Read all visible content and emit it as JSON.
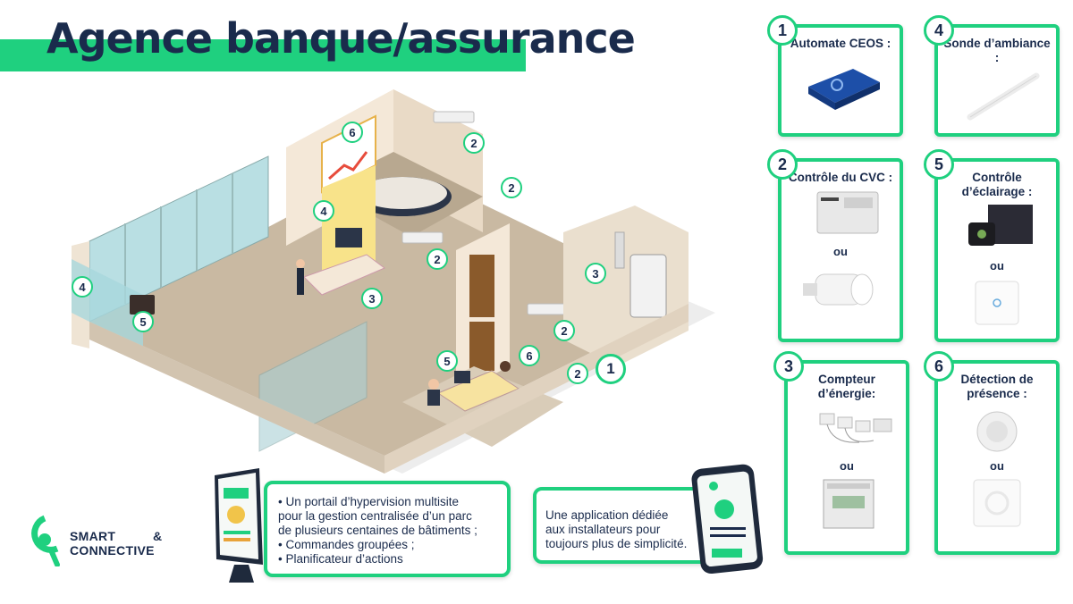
{
  "title": "Agence banque/assurance",
  "plan_markers": [
    "6",
    "2",
    "2",
    "4",
    "2",
    "3",
    "4",
    "5",
    "3",
    "2",
    "6",
    "5",
    "2",
    "1"
  ],
  "cards": [
    {
      "number": "1",
      "title": "Automate CEOS :",
      "images": [
        "ceos-controller"
      ],
      "separator": ""
    },
    {
      "number": "4",
      "title": "Sonde d’ambiance :",
      "images": [
        "ambient-sensor"
      ],
      "separator": ""
    },
    {
      "number": "2",
      "title": "Contrôle du CVC :",
      "images": [
        "hvac-module",
        "thermostatic-valve"
      ],
      "separator": "ou"
    },
    {
      "number": "5",
      "title": "Contrôle d’éclairage :",
      "images": [
        "lighting-module",
        "touch-switch"
      ],
      "separator": "ou"
    },
    {
      "number": "3",
      "title": "Compteur d’énergie:",
      "images": [
        "current-clamps",
        "din-meter"
      ],
      "separator": "ou"
    },
    {
      "number": "6",
      "title": "Détection de présence :",
      "images": [
        "ceiling-detector",
        "wall-detector"
      ],
      "separator": "ou"
    }
  ],
  "portal_box": {
    "lines": [
      "• Un portail d’hypervision multisite",
      "pour la gestion centralisée d’un parc",
      "de plusieurs centaines de bâtiments ;",
      "• Commandes groupées ;",
      "• Planificateur d’actions"
    ]
  },
  "app_box": {
    "lines": [
      "Une application dédiée",
      "aux installateurs pour",
      "toujours plus de simplicité."
    ]
  },
  "logo": {
    "line1": "SMART",
    "amp": "&",
    "line2": "CONNECTIVE"
  },
  "colors": {
    "accent": "#1fd07f",
    "text": "#1a2b4c",
    "wall": "#f3e6d6",
    "floor": "#c8b79f"
  }
}
